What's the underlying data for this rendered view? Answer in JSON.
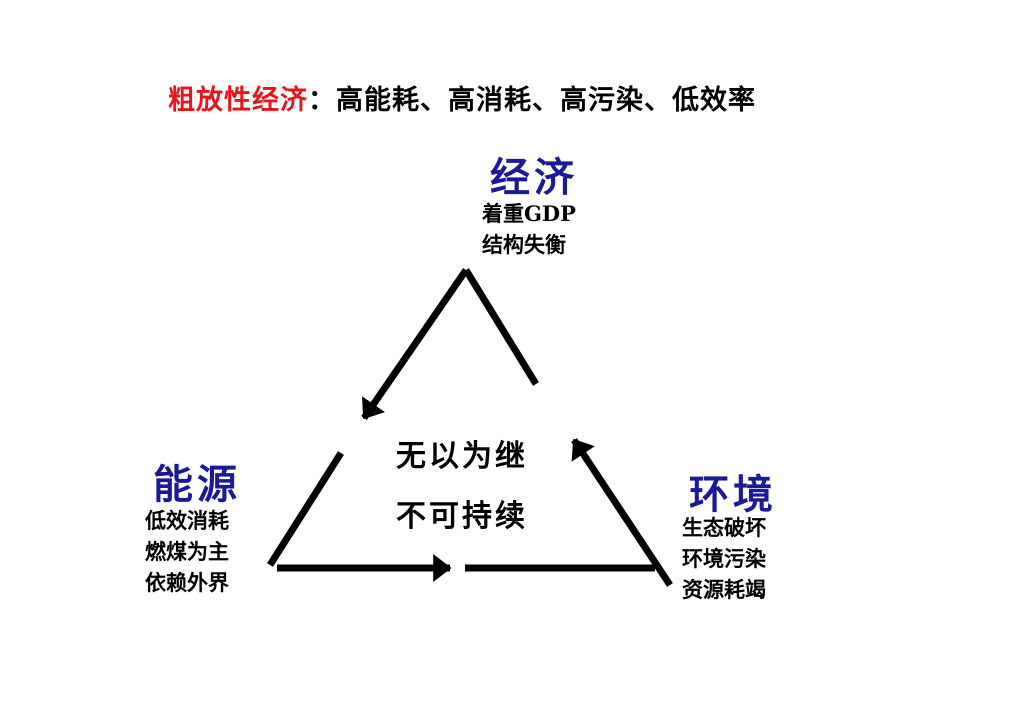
{
  "headline": {
    "highlight": "粗放性经济",
    "rest": "：高能耗、高消耗、高污染、低效率"
  },
  "nodes": {
    "economy": {
      "title": "经济",
      "lines": [
        "着重GDP",
        "结构失衡"
      ]
    },
    "energy": {
      "title": "能源",
      "lines": [
        "低效消耗",
        "燃煤为主",
        "依赖外界"
      ]
    },
    "environment": {
      "title": "环境",
      "lines": [
        "生态破坏",
        "环境污染",
        "资源耗竭"
      ]
    }
  },
  "center": {
    "line1": "无以为继",
    "line2": "不可持续"
  },
  "colors": {
    "highlight": "#e8141b",
    "node_title": "#1a1a96",
    "arrow": "#000000"
  }
}
